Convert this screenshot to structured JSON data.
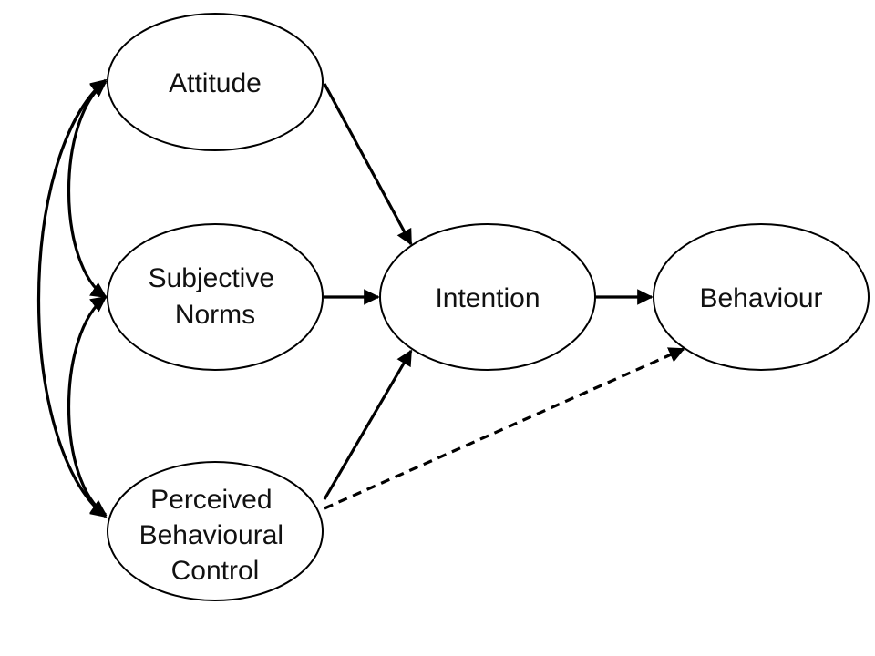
{
  "colors": {
    "background": "#ffffff",
    "stroke": "#000000",
    "text": "#111111"
  },
  "nodes": {
    "attitude": {
      "lines": [
        "Attitude"
      ]
    },
    "subjective_norms": {
      "lines": [
        "Subjective",
        "Norms"
      ]
    },
    "perceived_behavioural_control": {
      "lines": [
        "Perceived",
        "Behavioural",
        "Control"
      ]
    },
    "intention": {
      "lines": [
        "Intention"
      ]
    },
    "behaviour": {
      "lines": [
        "Behaviour"
      ]
    }
  },
  "edges": [
    {
      "from": "attitude",
      "to": "intention",
      "style": "solid"
    },
    {
      "from": "subjective_norms",
      "to": "intention",
      "style": "solid"
    },
    {
      "from": "perceived_behavioural_control",
      "to": "intention",
      "style": "solid"
    },
    {
      "from": "intention",
      "to": "behaviour",
      "style": "solid"
    },
    {
      "from": "perceived_behavioural_control",
      "to": "behaviour",
      "style": "dashed"
    },
    {
      "from": "attitude",
      "to": "subjective_norms",
      "style": "solid",
      "direction": "both"
    },
    {
      "from": "subjective_norms",
      "to": "perceived_behavioural_control",
      "style": "solid",
      "direction": "both"
    },
    {
      "from": "attitude",
      "to": "perceived_behavioural_control",
      "style": "solid",
      "direction": "both"
    }
  ]
}
